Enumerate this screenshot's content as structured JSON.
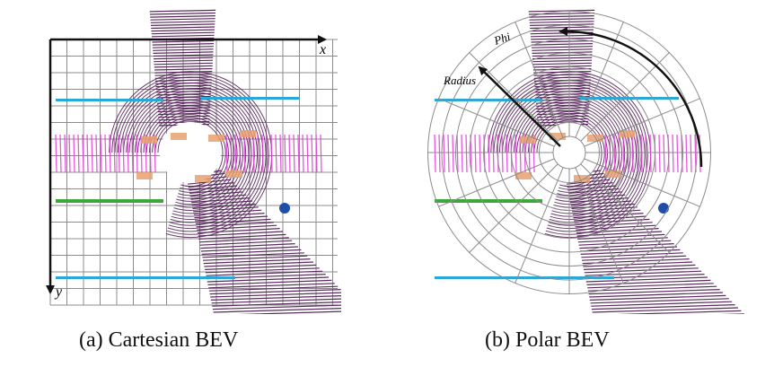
{
  "figure": {
    "panel_a": {
      "caption": "(a)  Cartesian BEV",
      "x_axis_label": "x",
      "y_axis_label": "y"
    },
    "panel_b": {
      "caption": "(b)  Polar BEV",
      "phi_label": "Phi",
      "radius_label": "Radius"
    }
  },
  "colors": {
    "road_purple": "#5a2a5e",
    "magenta": "#e23ad8",
    "orange": "#e8a070",
    "green": "#3ca83c",
    "cyan": "#2aa8d8",
    "grid": "#8c8c8c",
    "axis": "#111111"
  }
}
